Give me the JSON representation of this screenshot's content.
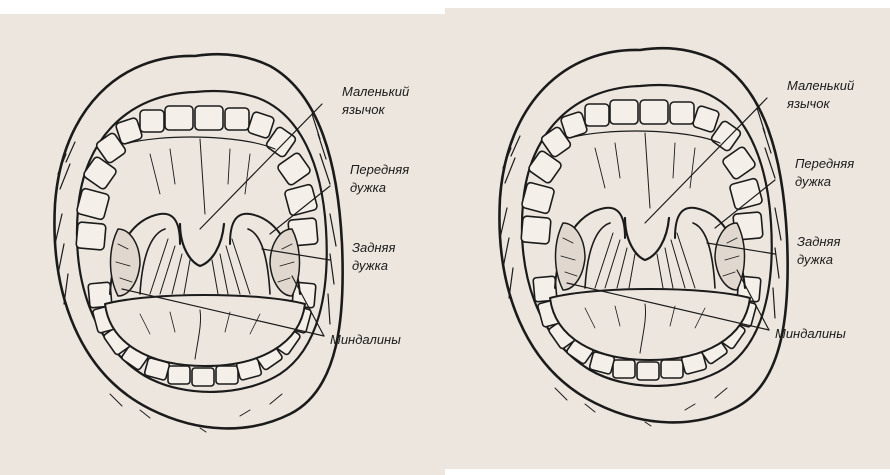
{
  "panels": [
    {
      "labels": {
        "uvula_1": "Маленький",
        "uvula_2": "язычок",
        "anterior_arch_1": "Передняя",
        "anterior_arch_2": "дужка",
        "posterior_arch_1": "Задняя",
        "posterior_arch_2": "дужка",
        "tonsils": "Миндалины"
      }
    },
    {
      "labels": {
        "uvula_1": "Маленький",
        "uvula_2": "язычок",
        "anterior_arch_1": "Передняя",
        "anterior_arch_2": "дужка",
        "posterior_arch_1": "Задняя",
        "posterior_arch_2": "дужка",
        "tonsils": "Миндалины"
      }
    }
  ],
  "colors": {
    "background": "#ece6de",
    "ink": "#1b1b1b"
  }
}
